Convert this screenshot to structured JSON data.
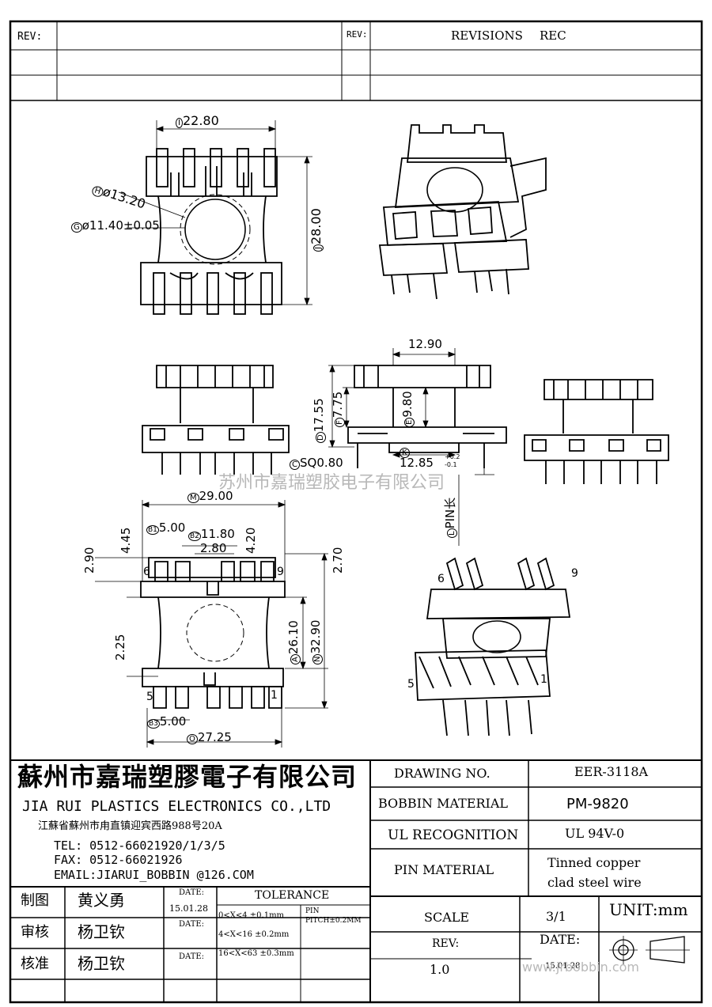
{
  "revision_block": {
    "rev_label_left": "REV:",
    "rev_label_right": "REV:",
    "revisions_label": "REVISIONS",
    "rec_label": "REC"
  },
  "dimensions": {
    "top_view": {
      "width": "22.80",
      "width_marker": "I",
      "outer_dia": "ø13.20",
      "outer_dia_marker": "H",
      "inner_dia": "ø11.40±0.05",
      "inner_dia_marker": "G",
      "height": "28.00",
      "height_marker": "J"
    },
    "side_view": {
      "top_width": "12.90",
      "total_height": "17.55",
      "total_height_marker": "D",
      "flange_height": "7.75",
      "flange_height_marker": "F",
      "core_height": "9.80",
      "core_height_marker": "E",
      "pin_square": "SQ0.80",
      "pin_square_marker": "C",
      "base_width": "12.85",
      "base_width_marker": "K",
      "base_tol_plus": "+0.2",
      "base_tol_minus": "-0.1",
      "pin_length": "PIN长",
      "pin_length_marker": "L"
    },
    "bottom_view": {
      "overall_width": "29.00",
      "overall_width_marker": "M",
      "pin_spacing": "5.00",
      "pin_spacing_marker": "B1",
      "center_width": "11.80",
      "center_width_marker": "B2",
      "slot_width": "2.80",
      "dim_4_45": "4.45",
      "dim_4_20": "4.20",
      "dim_2_90": "2.90",
      "dim_2_70": "2.70",
      "dim_2_25": "2.25",
      "window_height": "26.10",
      "window_height_marker": "A",
      "overall_height": "32.90",
      "overall_height_marker": "N",
      "pin_spacing_bottom": "5.00",
      "pin_spacing_bottom_marker": "B3",
      "base_width": "27.25",
      "base_width_marker": "O",
      "pin_labels": [
        "6",
        "9",
        "5",
        "1"
      ]
    },
    "iso_view_pins": [
      "6",
      "9",
      "5",
      "1"
    ]
  },
  "watermark": "苏州市嘉瑞塑胶电子有限公司",
  "title_block": {
    "company_cn": "蘇州市嘉瑞塑膠電子有限公司",
    "company_en": "JIA RUI PLASTICS ELECTRONICS CO.,LTD",
    "address": "江蘇省蘇州市甪直镇迎宾西路988号20A",
    "tel": "TEL: 0512-66021920/1/3/5",
    "fax": "FAX: 0512-66021926",
    "email": "EMAIL:JIARUI_BOBBIN @126.COM",
    "drawing_no_label": "DRAWING   NO.",
    "drawing_no": "EER-3118A",
    "bobbin_material_label": "BOBBIN  MATERIAL",
    "bobbin_material": "PM-9820",
    "ul_label": "UL RECOGNITION",
    "ul_value": "UL 94V-0",
    "pin_material_label": "PIN MATERIAL",
    "pin_material_line1": "Tinned copper",
    "pin_material_line2": "clad steel wire",
    "scale_label": "SCALE",
    "scale_value": "3/1",
    "unit_label": "UNIT:mm",
    "rev_label": "REV:",
    "rev_value": "1.0",
    "date_label": "DATE:",
    "date_value": "15.01.28",
    "website": "www.jrbobbin.com",
    "sign_rows": [
      {
        "role": "制图",
        "name": "黄义勇",
        "date_label": "DATE:",
        "date": "15.01.28"
      },
      {
        "role": "审核",
        "name": "杨卫钦",
        "date_label": "DATE:",
        "date": ""
      },
      {
        "role": "核准",
        "name": "杨卫钦",
        "date_label": "DATE:",
        "date": ""
      }
    ],
    "tolerance_label": "TOLERANCE",
    "tolerances": [
      "0<X<4  ±0.1mm",
      "4<X<16 ±0.2mm",
      "16<X<63 ±0.3mm"
    ],
    "pin_pitch_label": "PIN",
    "pin_pitch": "PITCH±0.2MM"
  }
}
